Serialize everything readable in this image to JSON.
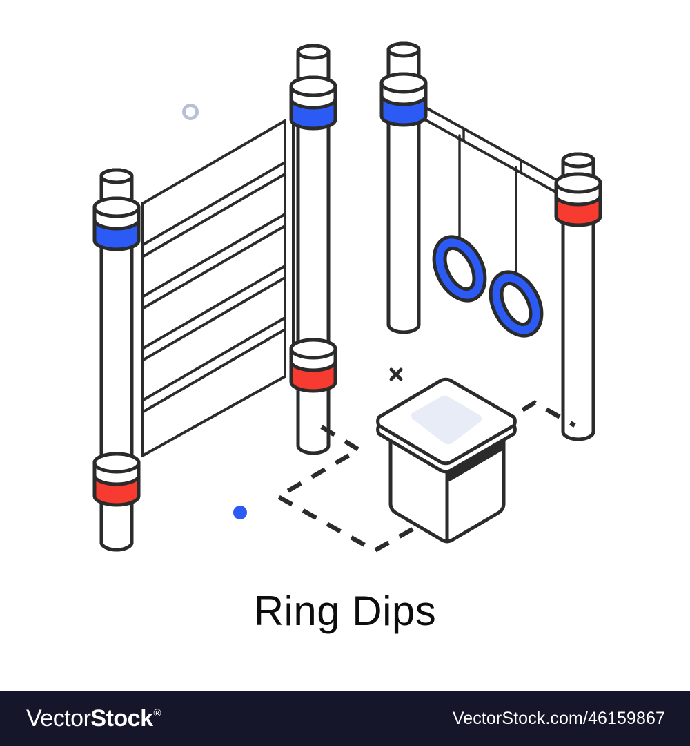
{
  "illustration": {
    "title": "Ring Dips",
    "subject": "isometric gym equipment: wall bars ladder, gymnastic rings rig, plyo box",
    "background_color": "#ffffff",
    "palette": {
      "outline": "#2b2b2b",
      "blue": "#2b5af5",
      "red": "#f73b31",
      "dark_panel": "#2b2b2b",
      "box_side_shade": "#ccd0e8",
      "box_top_inner": "#e8ecf7",
      "soft_gray": "#b9c0d6",
      "shadow": "#eceef4",
      "white": "#ffffff"
    },
    "elements": {
      "ladder": {
        "name": "wall-bars ladder",
        "rungs": 6,
        "collars": [
          {
            "position": "left-pole-top",
            "color": "#2b5af5"
          },
          {
            "position": "left-pole-bottom",
            "color": "#f73b31"
          },
          {
            "position": "mid-pole-top",
            "color": "#2b5af5"
          },
          {
            "position": "mid-pole-bottom",
            "color": "#f73b31"
          }
        ]
      },
      "rings_rig": {
        "name": "gymnastic rings rig",
        "rings": 2,
        "ring_color": "#2b5af5",
        "strap_count": 2,
        "collars": [
          {
            "position": "left-pole-top",
            "color": "#2b5af5"
          },
          {
            "position": "right-pole-top",
            "color": "#f73b31"
          }
        ],
        "crossbar_segments": 3
      },
      "box": {
        "name": "plyo box",
        "top_face": "#ffffff",
        "top_inner_panel": "#e8ecf7",
        "front_left_face": "#ffffff",
        "front_right_face": "#ccd0e8",
        "top_edge_band": "#2b2b2b"
      },
      "decorations": [
        {
          "name": "small-ring-marker",
          "shape": "ring-outline",
          "color": "#b9c0d6"
        },
        {
          "name": "blue-dot-marker",
          "shape": "filled-circle",
          "color": "#2b5af5"
        },
        {
          "name": "x-marker",
          "shape": "cross",
          "color": "#2b2b2b"
        },
        {
          "name": "dashed-floor-path",
          "shape": "dashed-polyline",
          "color": "#2b2b2b"
        }
      ]
    }
  },
  "footer": {
    "logo_light": "Vector",
    "logo_bold": "Stock",
    "logo_registered": "®",
    "watermark_url": "VectorStock.com/46159867",
    "background_color": "#16162a"
  }
}
